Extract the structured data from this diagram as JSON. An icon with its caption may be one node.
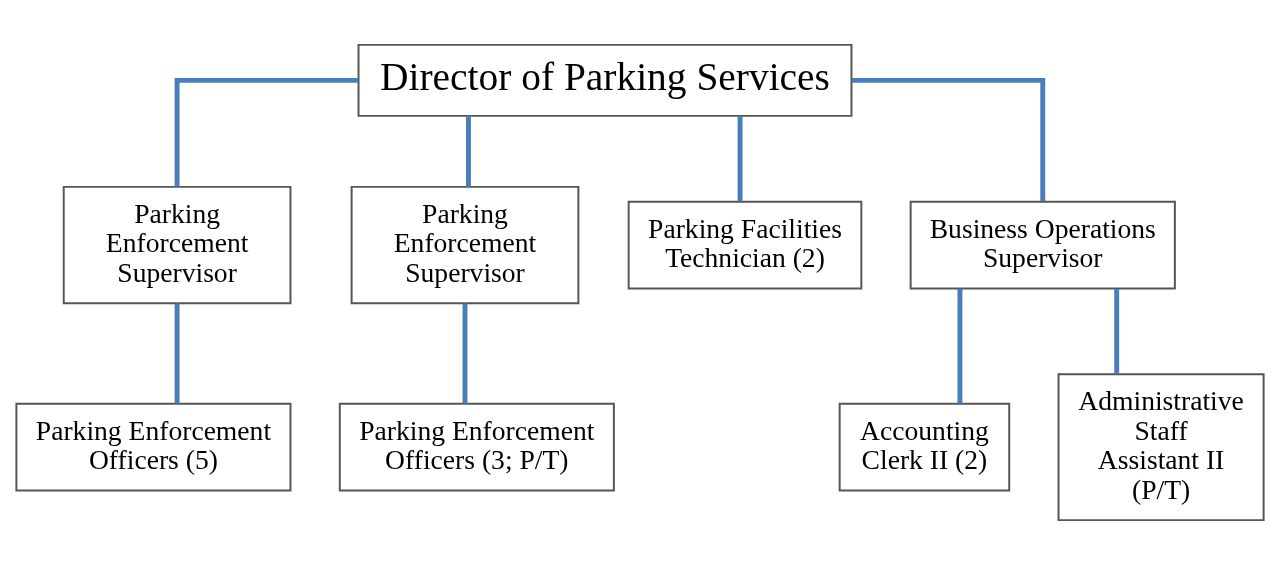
{
  "diagram": {
    "nodes": [
      {
        "text": [
          "Director of Parking Services"
        ]
      },
      {
        "text": [
          "Parking Enforcement Supervisor"
        ]
      },
      {
        "text": [
          "Parking Enforcement Supervisor"
        ]
      },
      {
        "text": [
          "Parking Facilities Technician (2)"
        ]
      },
      {
        "text": [
          "Business Operations Supervisor"
        ]
      },
      {
        "text": [
          "Parking Enforcement Officers (5)"
        ]
      },
      {
        "text": [
          "Parking Enforcement Officers (3; P/T)"
        ]
      },
      {
        "text": [
          "Accounting Clerk II (2)"
        ]
      },
      {
        "text": [
          "Administrative Staff Assistant II (P/T)"
        ]
      }
    ],
    "edges": [
      {
        "from": 0,
        "to": 1,
        "arrow": "none"
      },
      {
        "from": 0,
        "to": 2,
        "arrow": "none"
      },
      {
        "from": 0,
        "to": 3,
        "arrow": "none"
      },
      {
        "from": 0,
        "to": 4,
        "arrow": "none"
      },
      {
        "from": 1,
        "to": 5,
        "arrow": "none"
      },
      {
        "from": 2,
        "to": 6,
        "arrow": "none"
      },
      {
        "from": 4,
        "to": 7,
        "arrow": "none"
      },
      {
        "from": 4,
        "to": 8,
        "arrow": "none"
      }
    ]
  }
}
